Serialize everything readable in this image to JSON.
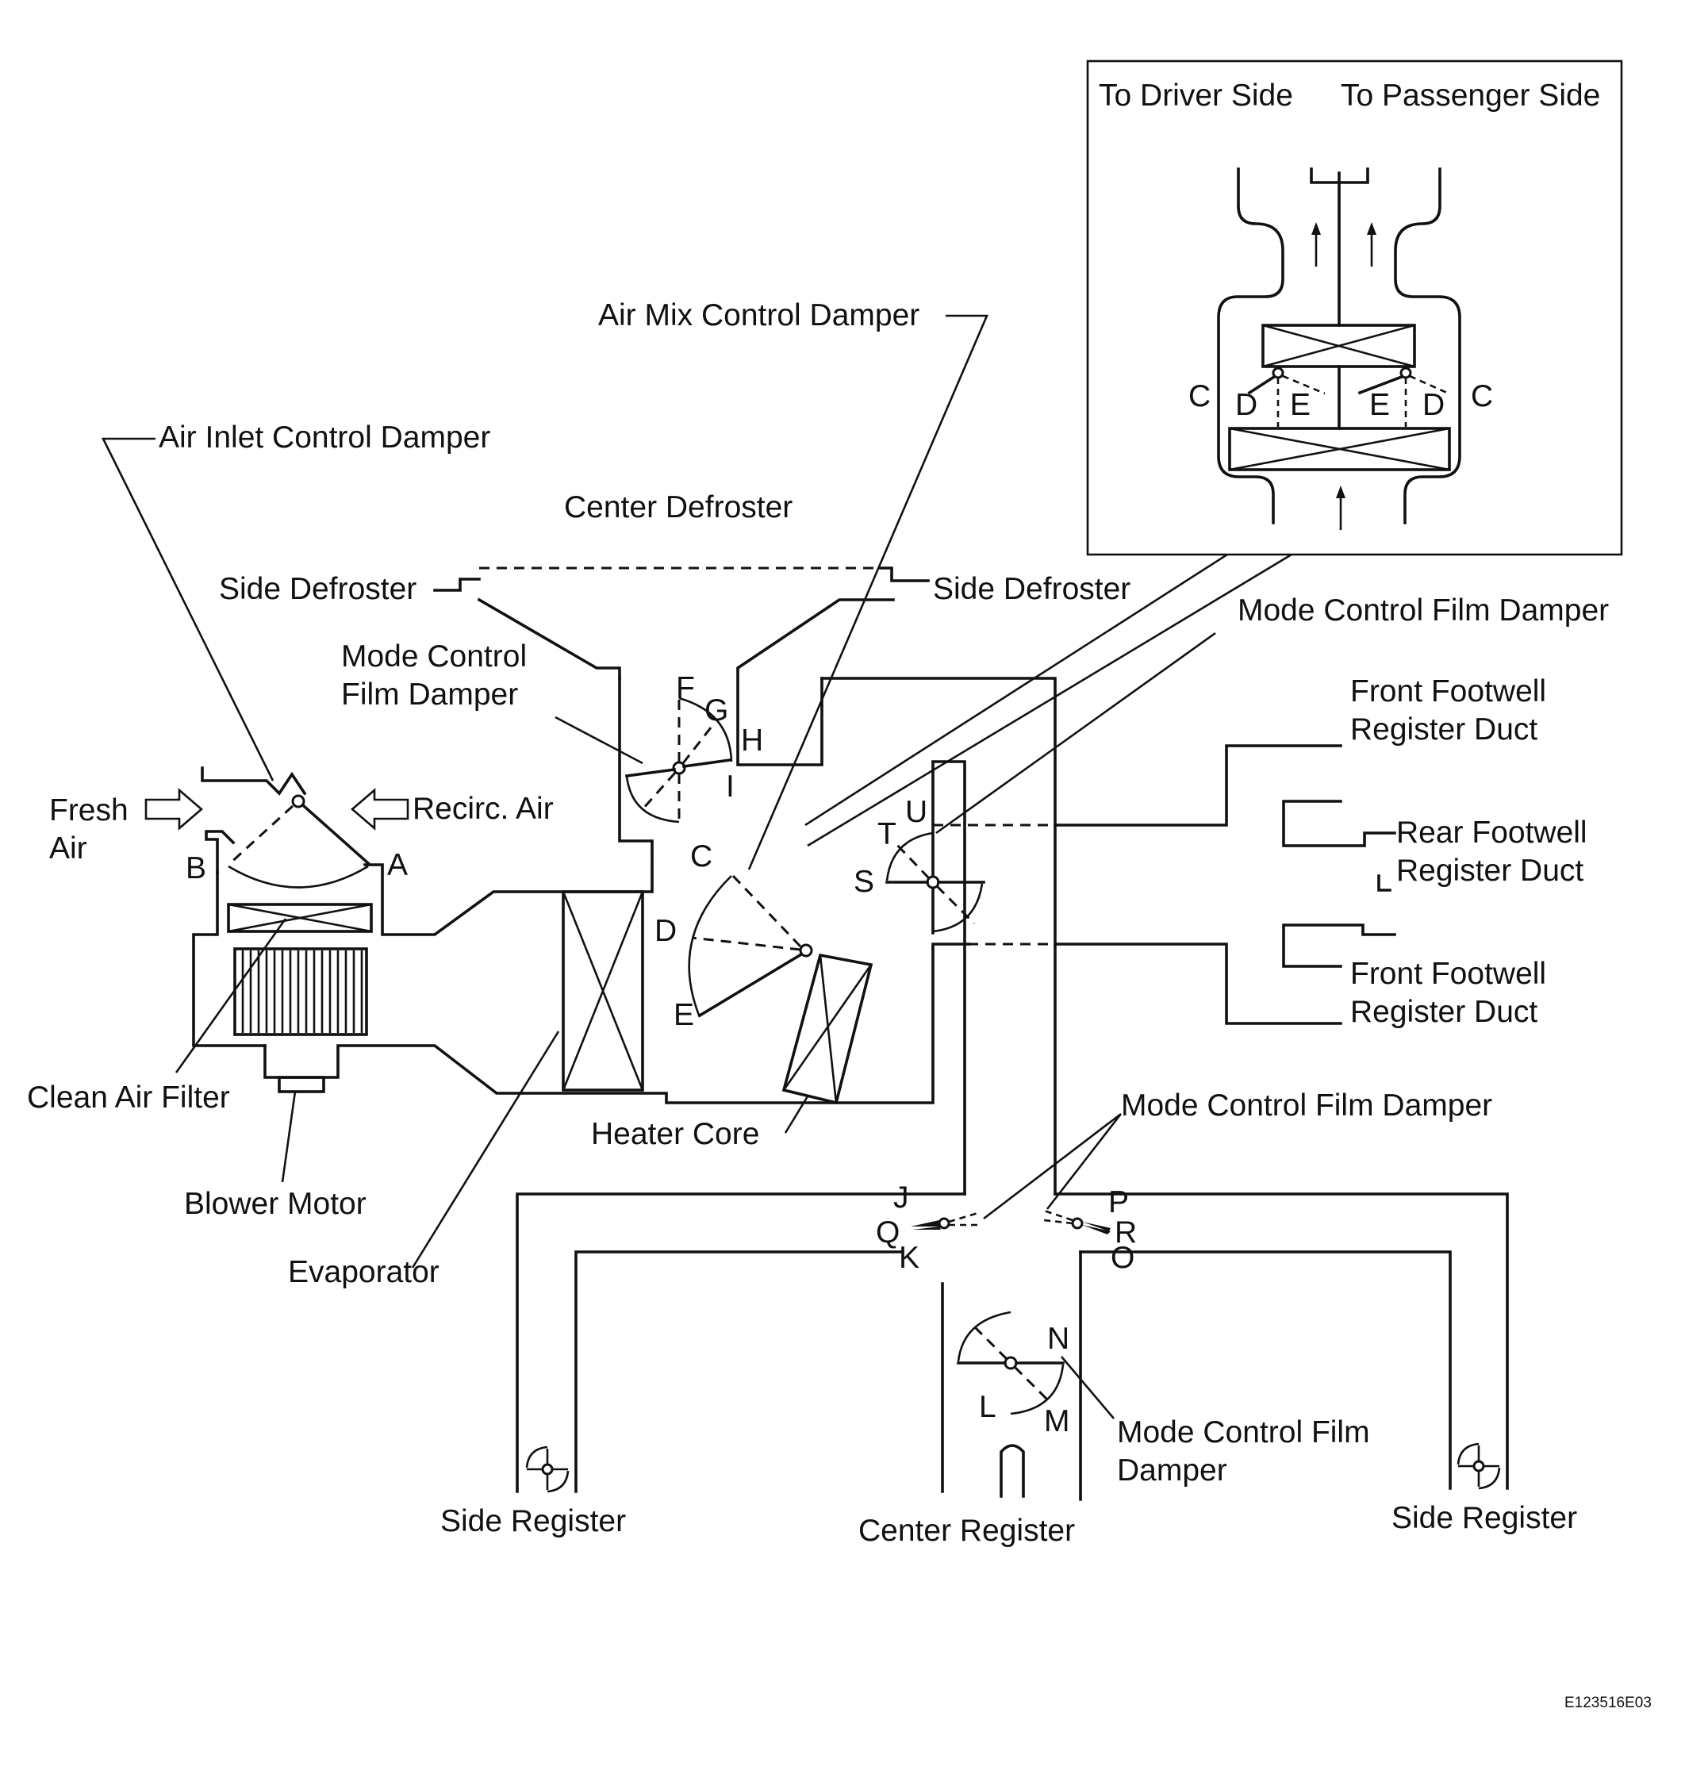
{
  "labels": {
    "air_inlet_control_damper": "Air Inlet Control Damper",
    "air_mix_control_damper": "Air Mix Control Damper",
    "center_defroster": "Center Defroster",
    "side_defroster_left": "Side Defroster",
    "side_defroster_right": "Side Defroster",
    "mode_control_film_damper_upper_line1": "Mode Control",
    "mode_control_film_damper_upper_line2": "Film Damper",
    "mode_control_film_damper_right": "Mode Control Film Damper",
    "mode_control_film_damper_lower": "Mode Control Film Damper",
    "mode_control_film_damper_center_line1": "Mode Control Film",
    "mode_control_film_damper_center_line2": "Damper",
    "fresh_air_line1": "Fresh",
    "fresh_air_line2": "Air",
    "recirc_air": "Recirc. Air",
    "clean_air_filter": "Clean Air Filter",
    "blower_motor": "Blower Motor",
    "evaporator": "Evaporator",
    "heater_core": "Heater Core",
    "front_footwell_upper_line1": "Front Footwell",
    "front_footwell_upper_line2": "Register Duct",
    "rear_footwell_line1": "Rear Footwell",
    "rear_footwell_line2": "Register Duct",
    "front_footwell_lower_line1": "Front Footwell",
    "front_footwell_lower_line2": "Register Duct",
    "side_register_left": "Side Register",
    "center_register": "Center Register",
    "side_register_right": "Side Register",
    "to_driver_side": "To Driver Side",
    "to_passenger_side": "To Passenger Side",
    "figure_code": "E123516E03"
  },
  "letters": {
    "A": "A",
    "B": "B",
    "C": "C",
    "D": "D",
    "E": "E",
    "F": "F",
    "G": "G",
    "H": "H",
    "I": "I",
    "J": "J",
    "K": "K",
    "L": "L",
    "M": "M",
    "N": "N",
    "O": "O",
    "P": "P",
    "Q": "Q",
    "R": "R",
    "S": "S",
    "T": "T",
    "U": "U"
  },
  "inset_letters": {
    "c_left": "C",
    "d_left": "D",
    "e_left": "E",
    "e_right": "E",
    "d_right": "D",
    "c_right": "C"
  }
}
